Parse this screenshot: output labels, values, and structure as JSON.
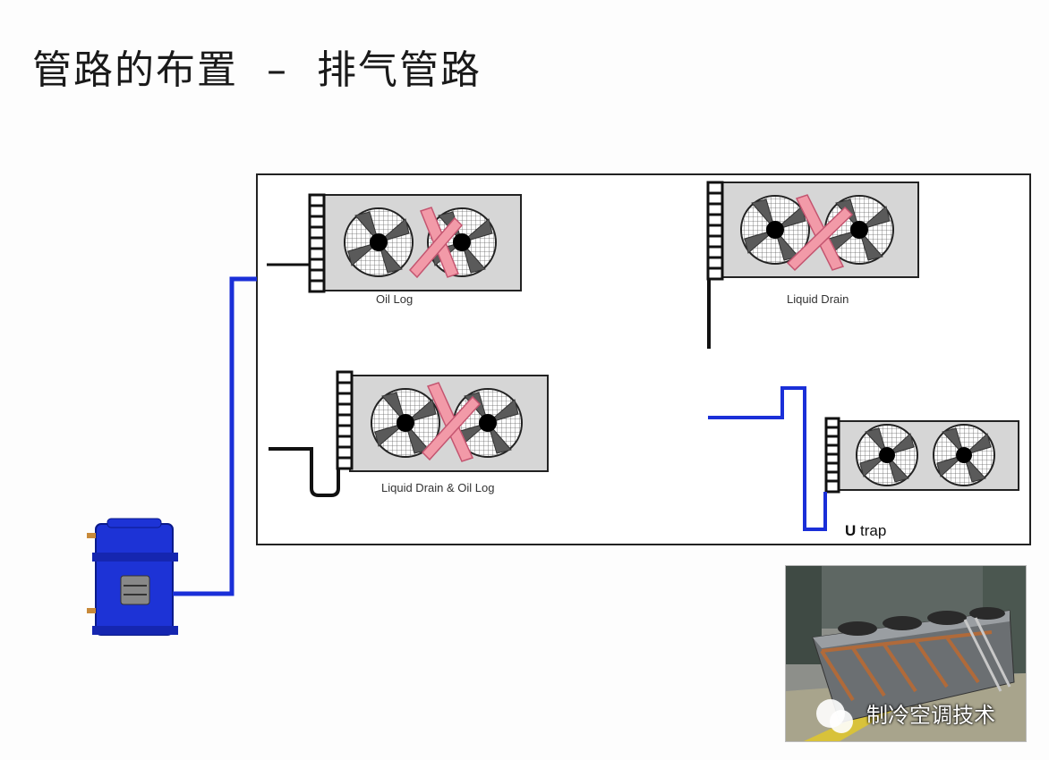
{
  "slide": {
    "title": "管路的布置  –  排气管路"
  },
  "condensers": [
    {
      "label": "Oil Log"
    },
    {
      "label": "Liquid Drain"
    },
    {
      "label": "Liquid Drain & Oil Log"
    },
    {
      "label_prefix": "U",
      "label_suffix": " trap"
    }
  ],
  "photo": {
    "watermark": "制冷空调技术"
  },
  "colors": {
    "pipe_blue": "#1a2fd8",
    "pipe_black": "#111111",
    "condenser_body": "#d6d6d6",
    "compressor_blue": "#1d33d6",
    "cross_red": "#f29aa8"
  }
}
